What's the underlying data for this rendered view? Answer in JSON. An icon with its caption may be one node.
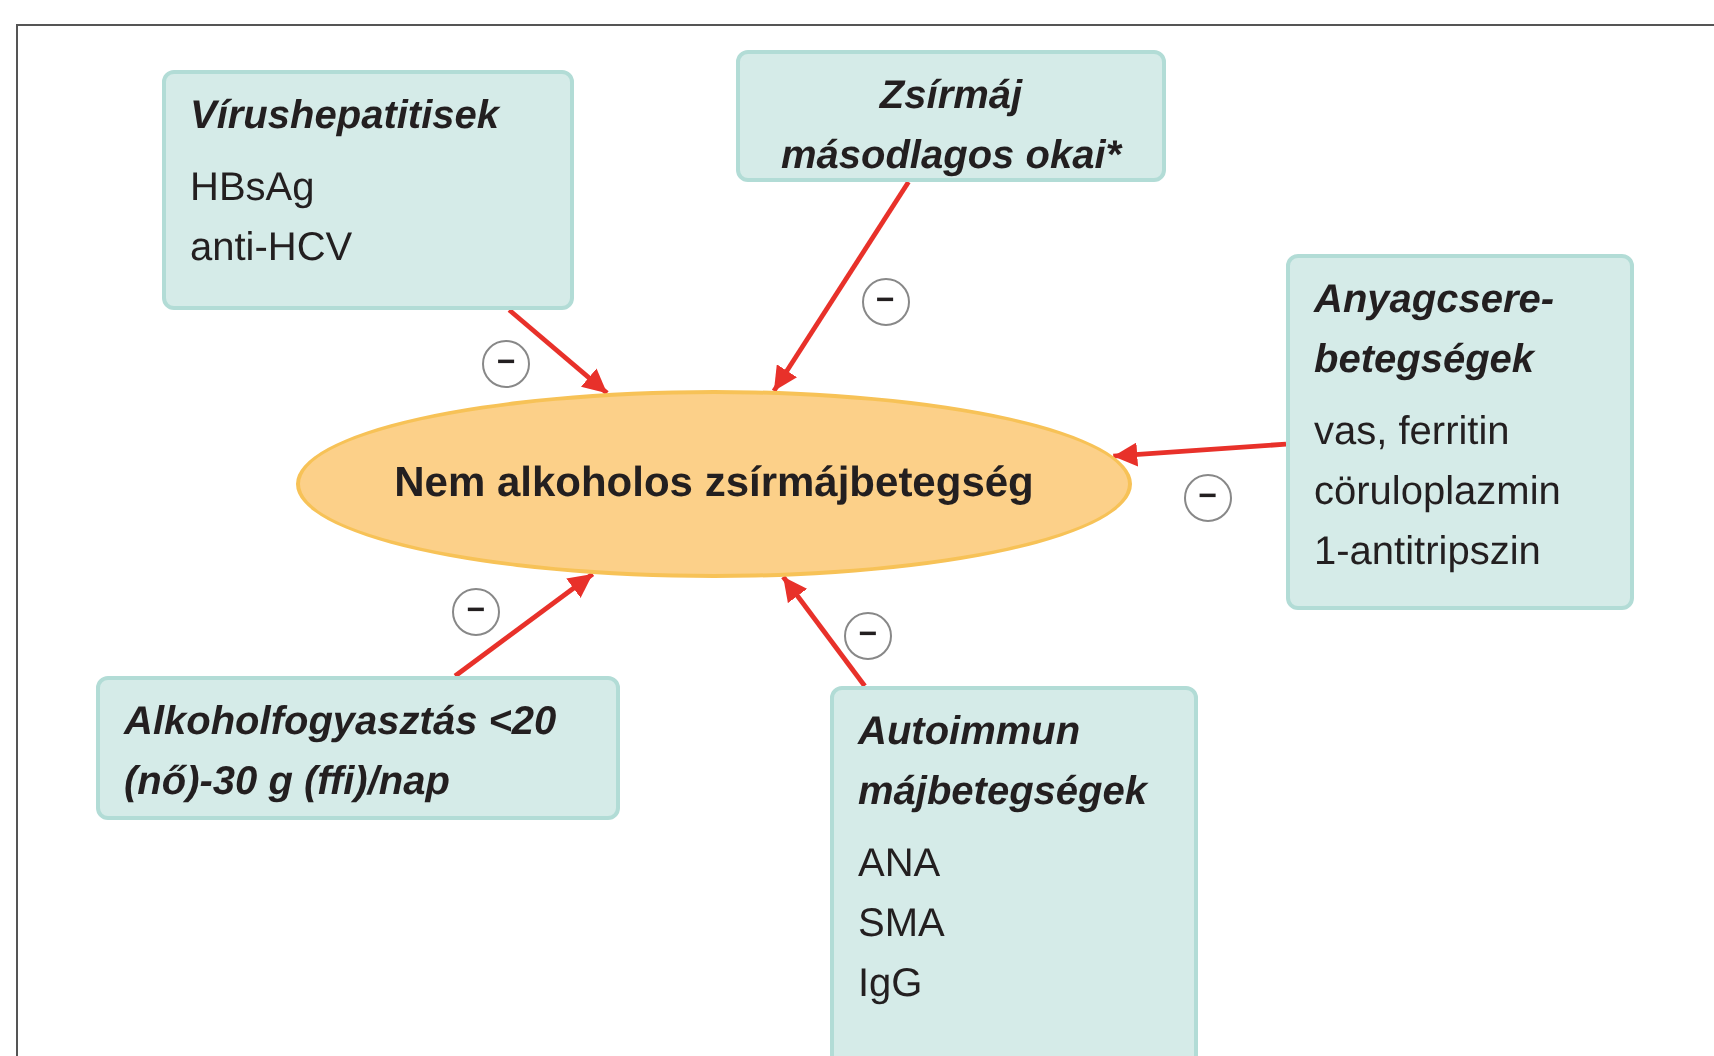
{
  "diagram": {
    "nodes": [
      {
        "text": [
          "Vírushepatitisek",
          "HBsAg",
          "anti-HCV"
        ]
      },
      {
        "text": [
          "Zsírmáj másodlagos okai*"
        ]
      },
      {
        "text": [
          "Anyagcsere-betegségek",
          "vas, ferritin",
          "cöruloplazmin",
          "1-antitripszin"
        ]
      },
      {
        "text": [
          "Nem alkoholos zsírmájbetegség"
        ]
      },
      {
        "text": [
          "Alkoholfogyasztás <20 (nő)-30 g (ffi)/nap"
        ]
      },
      {
        "text": [
          "Autoimmun májbetegségek",
          "ANA",
          "SMA",
          "IgG"
        ]
      }
    ],
    "edges": [
      {
        "from": 0,
        "to": 3,
        "arrow": "to",
        "label": "−",
        "color": "#e8312a"
      },
      {
        "from": 1,
        "to": 3,
        "arrow": "to",
        "label": "−",
        "color": "#e8312a"
      },
      {
        "from": 2,
        "to": 3,
        "arrow": "to",
        "label": "−",
        "color": "#e8312a"
      },
      {
        "from": 4,
        "to": 3,
        "arrow": "to",
        "label": "−",
        "color": "#e8312a"
      },
      {
        "from": 5,
        "to": 3,
        "arrow": "to",
        "label": "−",
        "color": "#e8312a"
      }
    ]
  }
}
